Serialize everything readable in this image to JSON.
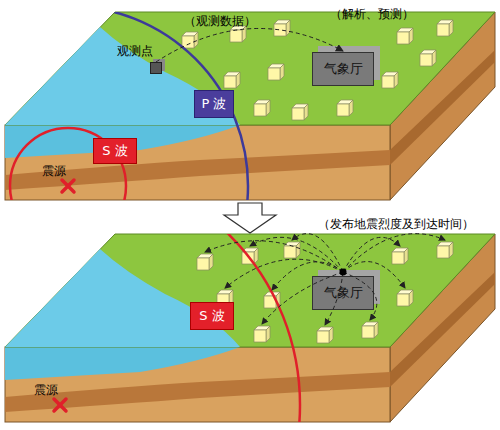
{
  "diagram": {
    "nodes": [
      {
        "text": [
          "观测点"
        ]
      },
      {
        "text": [
          "气象厅"
        ]
      },
      {
        "text": [
          "P 波"
        ]
      },
      {
        "text": [
          "S 波"
        ]
      },
      {
        "text": [
          "气象厅"
        ]
      },
      {
        "text": [
          "S 波"
        ]
      }
    ],
    "edges": [
      {
        "from": 0,
        "to": 1,
        "arrow": "to",
        "label": "（观测数据）"
      }
    ],
    "labels": [
      "（解析、预测）",
      "震源",
      "（发布地震烈度及到达时间）",
      "震源"
    ]
  }
}
